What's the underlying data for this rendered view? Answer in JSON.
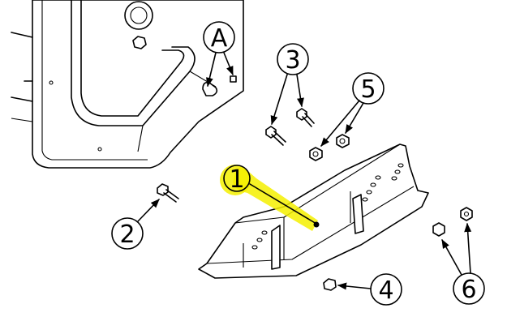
{
  "callouts": {
    "c1": "1",
    "c2": "2",
    "c3": "3",
    "c4": "4",
    "c5": "5",
    "c6": "6",
    "cA": "A"
  },
  "highlight_color": "#f5f000"
}
